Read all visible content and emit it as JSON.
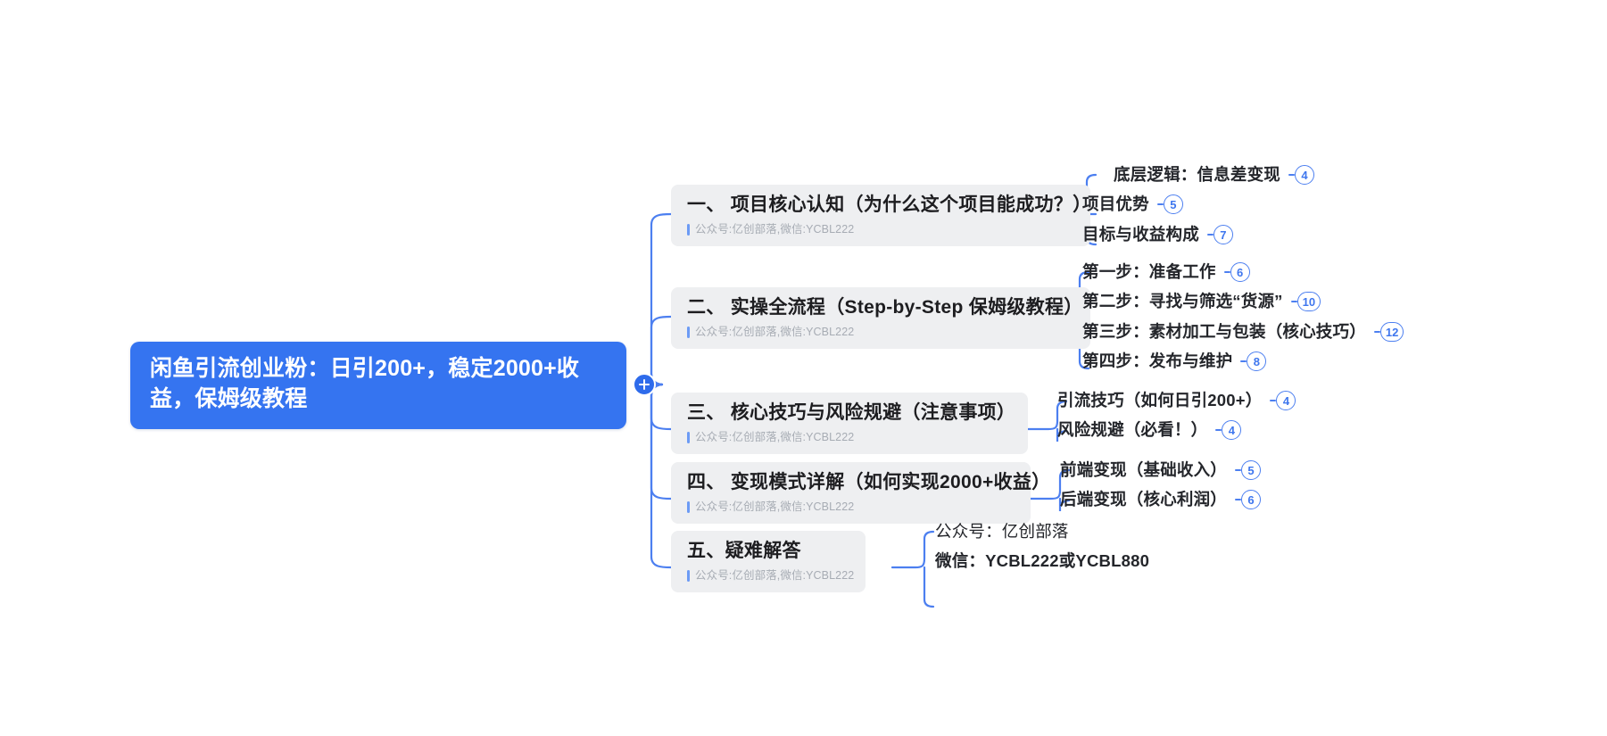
{
  "root": {
    "title": "闲鱼引流创业粉：日引200+，稳定2000+收益，保姆级教程",
    "accent_color": "#3574F0"
  },
  "expander": {
    "label": "+",
    "name": "expand-collapse-toggle"
  },
  "branches": [
    {
      "title": "一、 项目核心认知（为什么这个项目能成功？）",
      "subtitle": "公众号:亿创部落,微信:YCBL222",
      "leaves": [
        {
          "label": "底层逻辑：信息差变现",
          "count": "4"
        },
        {
          "label": "项目优势",
          "count": "5"
        },
        {
          "label": "目标与收益构成",
          "count": "7"
        }
      ]
    },
    {
      "title": "二、 实操全流程（Step-by-Step 保姆级教程）",
      "subtitle": "公众号:亿创部落,微信:YCBL222",
      "leaves": [
        {
          "label": "第一步：准备工作",
          "count": "6"
        },
        {
          "label": "第二步：寻找与筛选“货源”",
          "count": "10"
        },
        {
          "label": "第三步：素材加工与包装（核心技巧）",
          "count": "12"
        },
        {
          "label": "第四步：发布与维护",
          "count": "8"
        }
      ]
    },
    {
      "title": "三、 核心技巧与风险规避（注意事项）",
      "subtitle": "公众号:亿创部落,微信:YCBL222",
      "leaves": [
        {
          "label": "引流技巧（如何日引200+）",
          "count": "4"
        },
        {
          "label": "风险规避（必看！）",
          "count": "4"
        }
      ]
    },
    {
      "title": "四、 变现模式详解（如何实现2000+收益）",
      "subtitle": "公众号:亿创部落,微信:YCBL222",
      "leaves": [
        {
          "label": "前端变现（基础收入）",
          "count": "5"
        },
        {
          "label": "后端变现（核心利润）",
          "count": "6"
        }
      ]
    },
    {
      "title": "五、疑难解答",
      "subtitle": "公众号:亿创部落,微信:YCBL222",
      "leaves": [
        {
          "label": "公众号：亿创部落",
          "count": ""
        },
        {
          "label": "微信：YCBL222或YCBL880",
          "count": ""
        }
      ]
    }
  ]
}
